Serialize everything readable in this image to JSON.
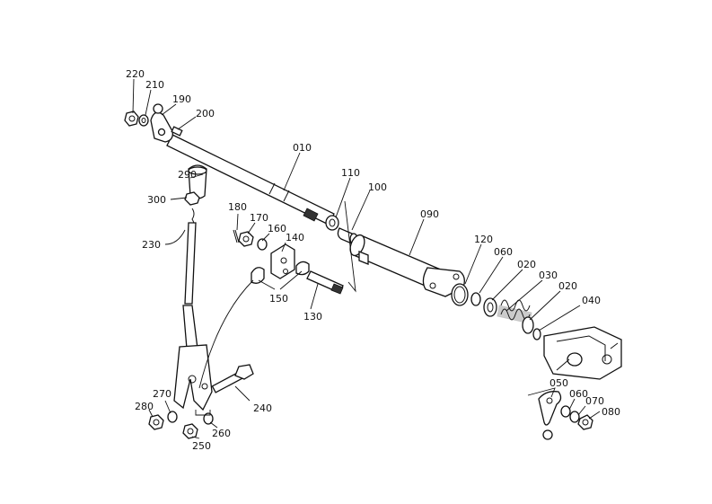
{
  "callouts": {
    "c220": "220",
    "c210": "210",
    "c190": "190",
    "c200": "200",
    "c010": "010",
    "c110": "110",
    "c100": "100",
    "c090": "090",
    "c290": "290",
    "c300": "300",
    "c180": "180",
    "c170": "170",
    "c160": "160",
    "c140": "140",
    "c150": "150",
    "c130": "130",
    "c230": "230",
    "c120": "120",
    "c060a": "060",
    "c020a": "020",
    "c030": "030",
    "c020b": "020",
    "c040": "040",
    "c050": "050",
    "c060b": "060",
    "c070": "070",
    "c080": "080",
    "c240": "240",
    "c270": "270",
    "c280": "280",
    "c260": "260",
    "c250": "250"
  }
}
